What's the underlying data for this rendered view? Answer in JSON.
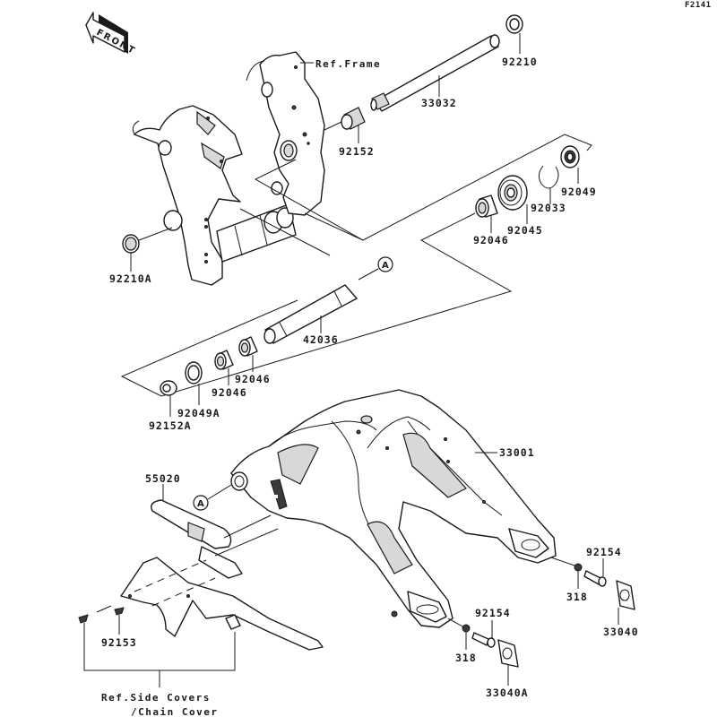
{
  "diagram": {
    "figure_id": "F2141",
    "front_indicator": "FRONT",
    "reference_marker": "A",
    "refs": {
      "frame": "Ref.Frame",
      "side_covers_line1": "Ref.Side Covers",
      "side_covers_line2": "/Chain Cover"
    },
    "parts": {
      "nut_92210": "92210",
      "shaft_33032": "33032",
      "collar_92152": "92152",
      "seal_92049": "92049",
      "circlip_92033": "92033",
      "bearing_92045": "92045",
      "bearing_92046_upper": "92046",
      "nut_92210A": "92210A",
      "sleeve_42036": "42036",
      "bearing_92046_a": "92046",
      "bearing_92046_b": "92046",
      "seal_92049A": "92049A",
      "collar_92152A": "92152A",
      "swingarm_33001": "33001",
      "chain_guide_55020": "55020",
      "bolt_92154_right": "92154",
      "nut_318_right": "318",
      "block_33040": "33040",
      "bolt_92154_left": "92154",
      "nut_318_left": "318",
      "block_33040A": "33040A",
      "screw_92153": "92153"
    }
  }
}
